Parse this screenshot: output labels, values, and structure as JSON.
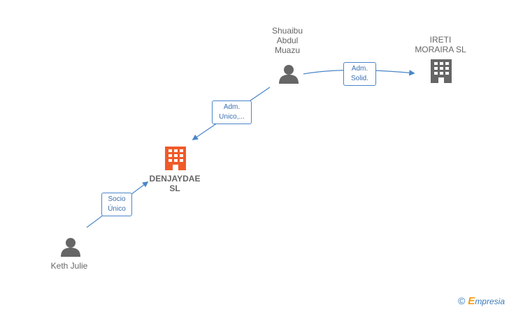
{
  "nodes": {
    "shuaibu": {
      "label": "Shuaibu\nAbdul\nMuazu",
      "type": "person",
      "icon": "person-icon",
      "color": "#666666"
    },
    "ireti": {
      "label": "IRETI\nMORAIRA  SL",
      "type": "company",
      "icon": "building-icon",
      "color": "#666666"
    },
    "denjaydae": {
      "label": "DENJAYDAE\nSL",
      "type": "company",
      "icon": "building-icon",
      "color": "#f05a28"
    },
    "keth": {
      "label": "Keth Julie",
      "type": "person",
      "icon": "person-icon",
      "color": "#666666"
    }
  },
  "edges": {
    "shuaibu_ireti": {
      "label": "Adm.\nSolid."
    },
    "shuaibu_denjaydae": {
      "label": "Adm.\nUnico,..."
    },
    "keth_denjaydae": {
      "label": "Socio\nÚnico"
    }
  },
  "colors": {
    "edge": "#4a86c8"
  },
  "brand": {
    "copyright": "©",
    "initial": "E",
    "rest": "mpresia"
  }
}
